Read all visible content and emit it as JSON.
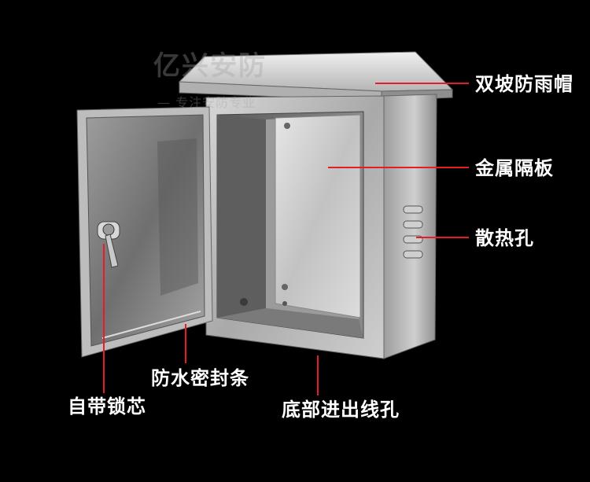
{
  "watermark": {
    "brand": "亿兴安防",
    "tagline": "— 专注安防专业"
  },
  "callouts": {
    "rain_cap": "双坡防雨帽",
    "metal_plate": "金属隔板",
    "vent_holes": "散热孔",
    "gasket": "防水密封条",
    "lock": "自带锁芯",
    "bottom_holes": "底部进出线孔"
  },
  "colors": {
    "background": "#000000",
    "callout_line": "#e41e26",
    "label_text": "#ffffff"
  }
}
